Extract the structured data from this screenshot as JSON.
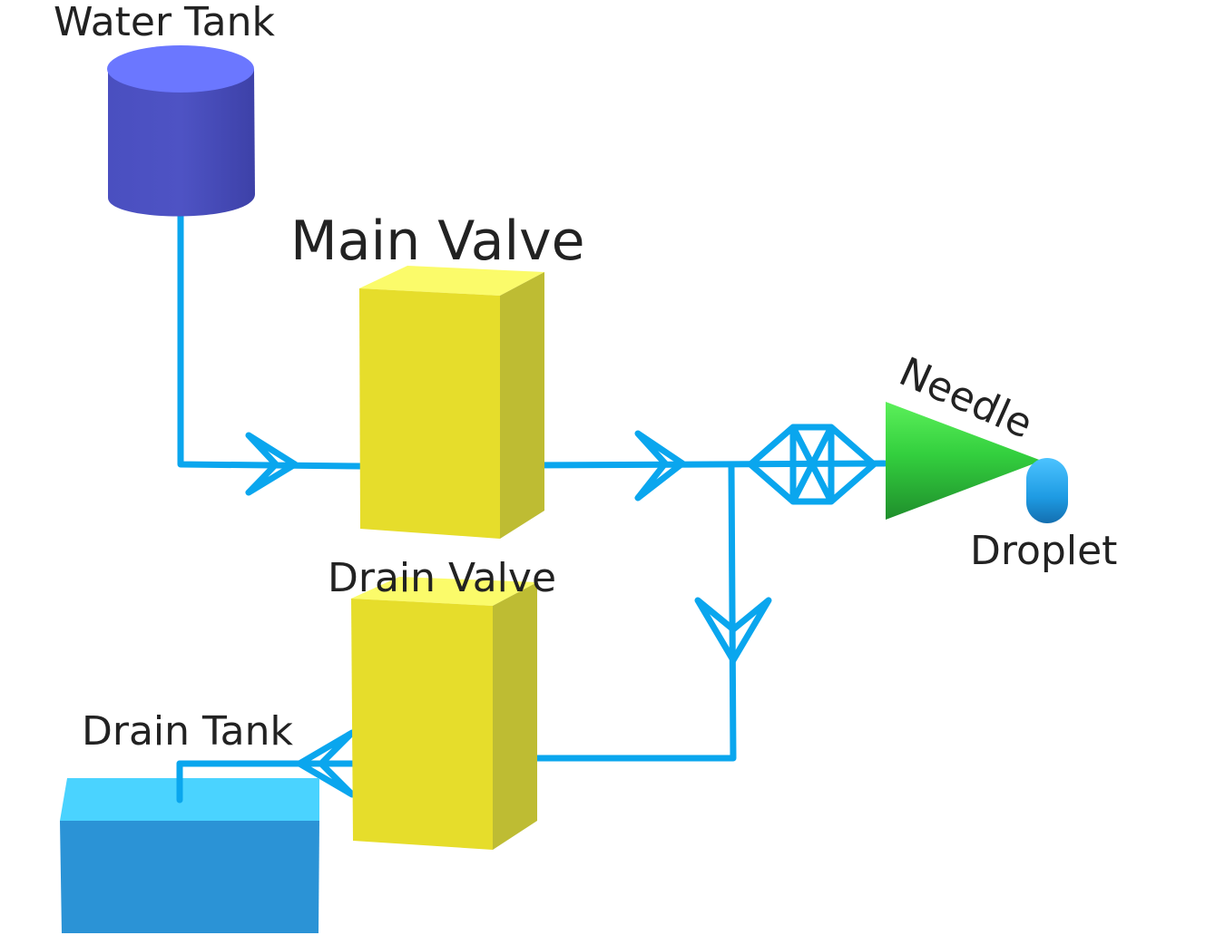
{
  "labels": {
    "water_tank": "Water Tank",
    "main_valve": "Main Valve",
    "drain_valve": "Drain Valve",
    "drain_tank": "Drain Tank",
    "needle": "Needle",
    "droplet": "Droplet"
  },
  "colors": {
    "pipe": "#0AA6EE",
    "water_tank_top": "#6B77FF",
    "water_tank_body": "#4B50BE",
    "valve_front": "#E6DD2B",
    "valve_top": "#FBFB6A",
    "valve_side": "#BEBC33",
    "drain_tank_front": "#2B93D6",
    "drain_tank_top": "#4AD3FF",
    "needle_green": "#2FCB3C",
    "droplet_blue": "#1E9BE3"
  }
}
